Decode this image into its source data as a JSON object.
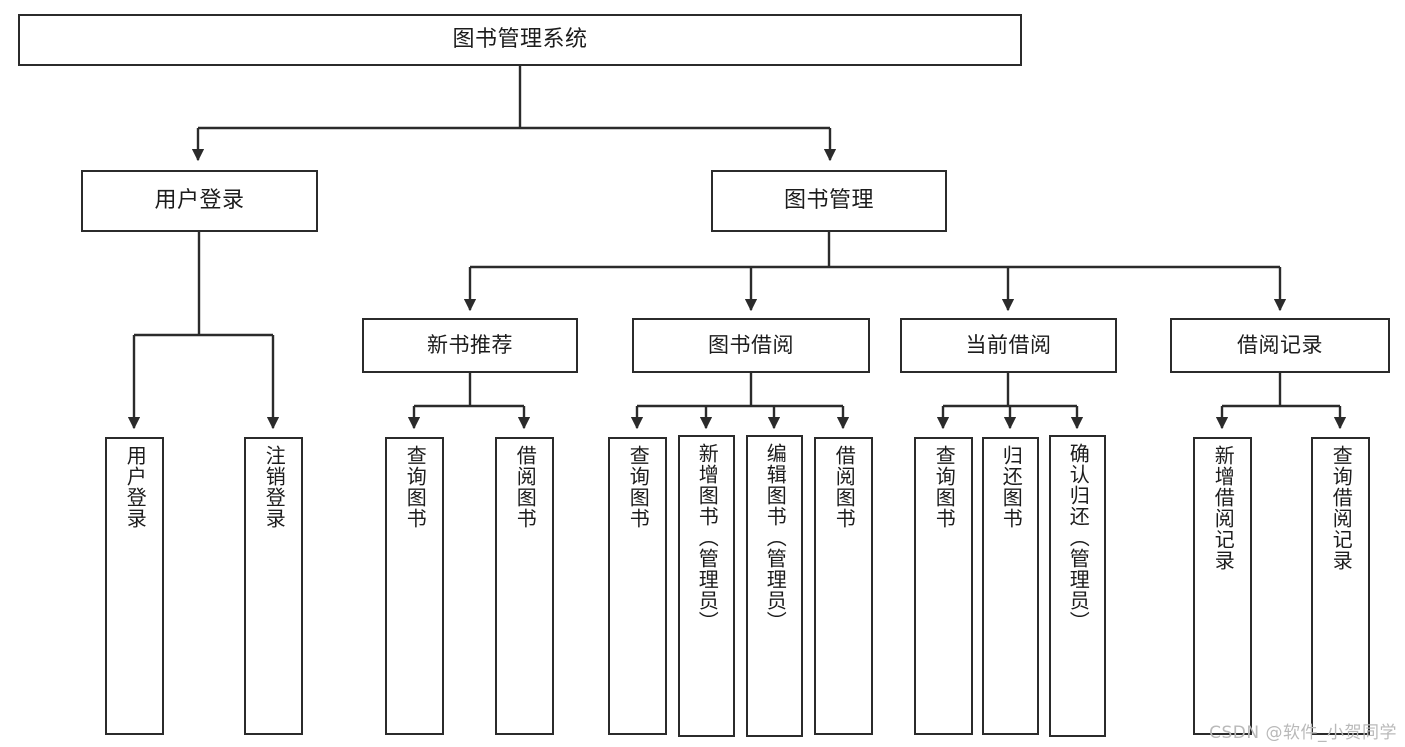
{
  "diagram": {
    "title": "图书管理系统",
    "type": "tree",
    "stroke_color": "#2b2b2b",
    "fill_color": "#ffffff",
    "text_color": "#1c1c1c"
  },
  "watermark": {
    "text": "CSDN @软件_小贺同学",
    "color": "#b9b9b9"
  },
  "nodes": {
    "root": {
      "label": "图书管理系统"
    },
    "level2": [
      {
        "id": "user-login",
        "label": "用户登录"
      },
      {
        "id": "book-management",
        "label": "图书管理"
      }
    ],
    "level3": [
      {
        "id": "new-book-recommend",
        "label": "新书推荐"
      },
      {
        "id": "book-borrow",
        "label": "图书借阅"
      },
      {
        "id": "current-borrow",
        "label": "当前借阅"
      },
      {
        "id": "borrow-record",
        "label": "借阅记录"
      }
    ],
    "leaves": [
      {
        "id": "leaf-user-login",
        "label": "用户登录",
        "parent": "user-login"
      },
      {
        "id": "leaf-user-logout",
        "label": "注销登录",
        "parent": "user-login"
      },
      {
        "id": "leaf-query-book-1",
        "label": "查询图书",
        "parent": "new-book-recommend"
      },
      {
        "id": "leaf-borrow-book-1",
        "label": "借阅图书",
        "parent": "new-book-recommend"
      },
      {
        "id": "leaf-query-book-2",
        "label": "查询图书",
        "parent": "book-borrow"
      },
      {
        "id": "leaf-add-book",
        "label": "新增图书（管理员）",
        "parent": "book-borrow"
      },
      {
        "id": "leaf-edit-book",
        "label": "编辑图书（管理员）",
        "parent": "book-borrow"
      },
      {
        "id": "leaf-borrow-book-2",
        "label": "借阅图书",
        "parent": "book-borrow"
      },
      {
        "id": "leaf-query-book-3",
        "label": "查询图书",
        "parent": "current-borrow"
      },
      {
        "id": "leaf-return-book",
        "label": "归还图书",
        "parent": "current-borrow"
      },
      {
        "id": "leaf-confirm-return",
        "label": "确认归还（管理员）",
        "parent": "current-borrow"
      },
      {
        "id": "leaf-add-record",
        "label": "新增借阅记录",
        "parent": "borrow-record"
      },
      {
        "id": "leaf-query-record",
        "label": "查询借阅记录",
        "parent": "borrow-record"
      }
    ]
  }
}
